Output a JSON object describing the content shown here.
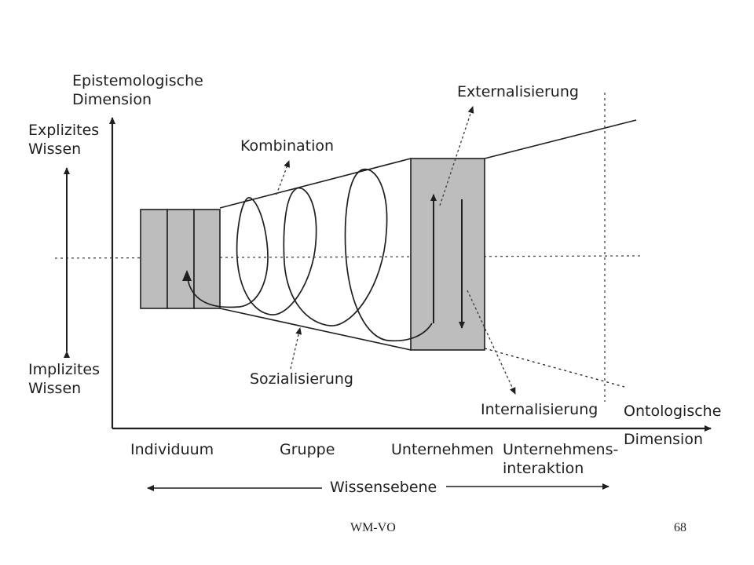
{
  "labels": {
    "epistemological_line1": "Epistemologische",
    "epistemological_line2": "Dimension",
    "explicit_line1": "Explizites",
    "explicit_line2": "Wissen",
    "implicit_line1": "Implizites",
    "implicit_line2": "Wissen",
    "combination": "Kombination",
    "socialization": "Sozialisierung",
    "externalization": "Externalisierung",
    "internalization": "Internalisierung",
    "ontological_line1": "Ontologische",
    "ontological_line2": "Dimension",
    "level_individual": "Individuum",
    "level_group": "Gruppe",
    "level_organization": "Unternehmen",
    "level_interorg_line1": "Unternehmens-",
    "level_interorg_line2": "interaktion",
    "knowledge_level": "Wissensebene"
  },
  "footer": {
    "left": "WM-VO",
    "page_number": "68"
  },
  "colors": {
    "ink": "#1f1f1f",
    "shade": "#bdbdbd",
    "background": "#ffffff"
  }
}
